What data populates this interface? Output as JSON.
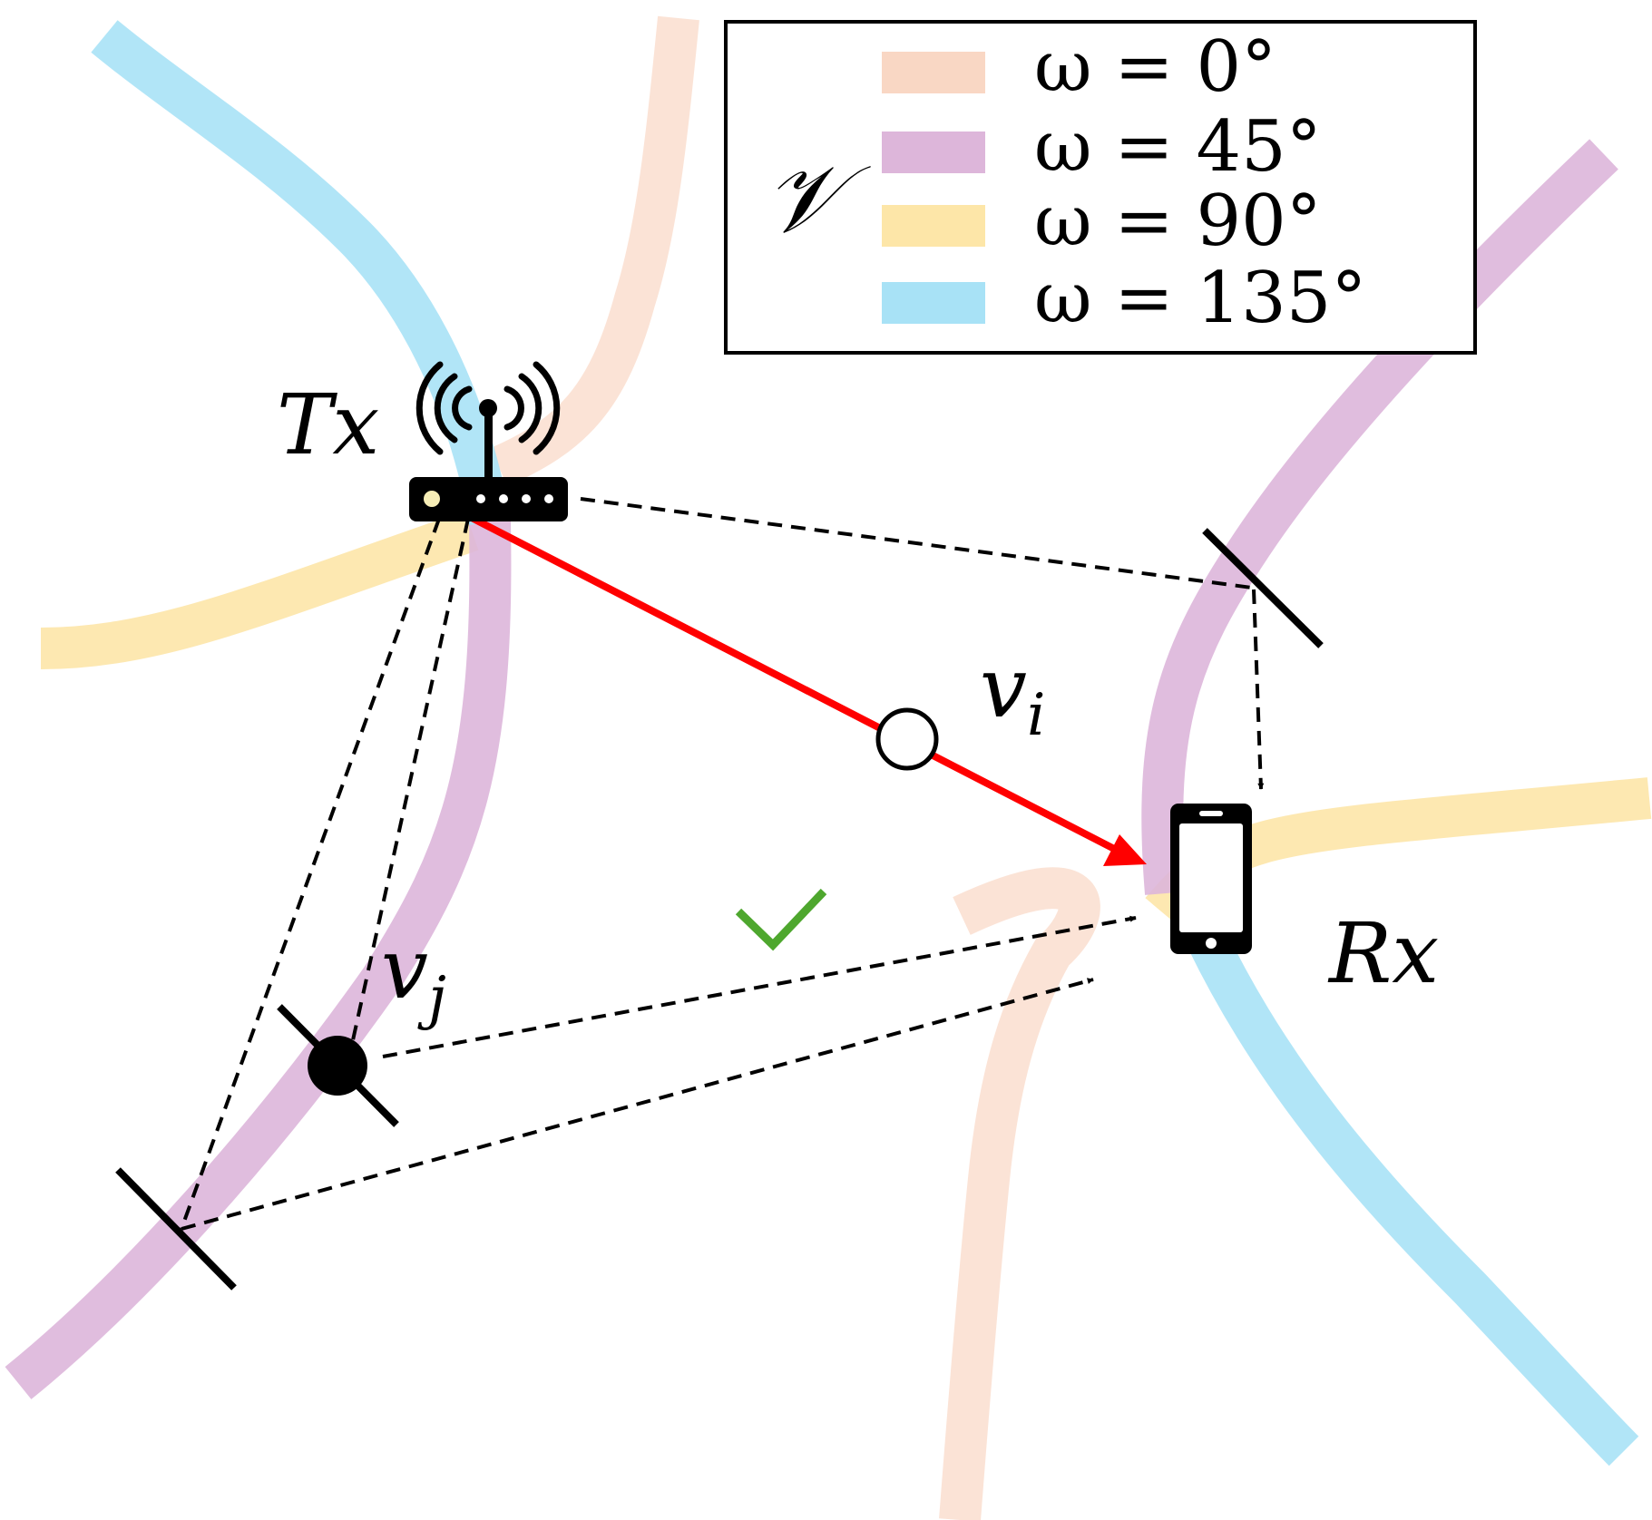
{
  "colors": {
    "omega_0": "#F9D7C4",
    "omega_45": "#DDB6DA",
    "omega_90": "#FDE6A8",
    "omega_135": "#A8E2F6",
    "direct_path": "#FF0000",
    "check": "#4EA72E"
  },
  "labels": {
    "tx": "Tx",
    "rx": "Rx",
    "vi_base": "v",
    "vi_sub": "i",
    "vj_base": "v",
    "vj_sub": "j",
    "set_symbol": "𝒱"
  },
  "legend": {
    "items": [
      {
        "key": "omega_0",
        "label": "ω = 0°"
      },
      {
        "key": "omega_45",
        "label": "ω = 45°"
      },
      {
        "key": "omega_90",
        "label": "ω = 90°"
      },
      {
        "key": "omega_135",
        "label": "ω = 135°"
      }
    ]
  },
  "icons": {
    "tx": "wifi-router-icon",
    "rx": "smartphone-icon",
    "check": "checkmark-icon"
  }
}
